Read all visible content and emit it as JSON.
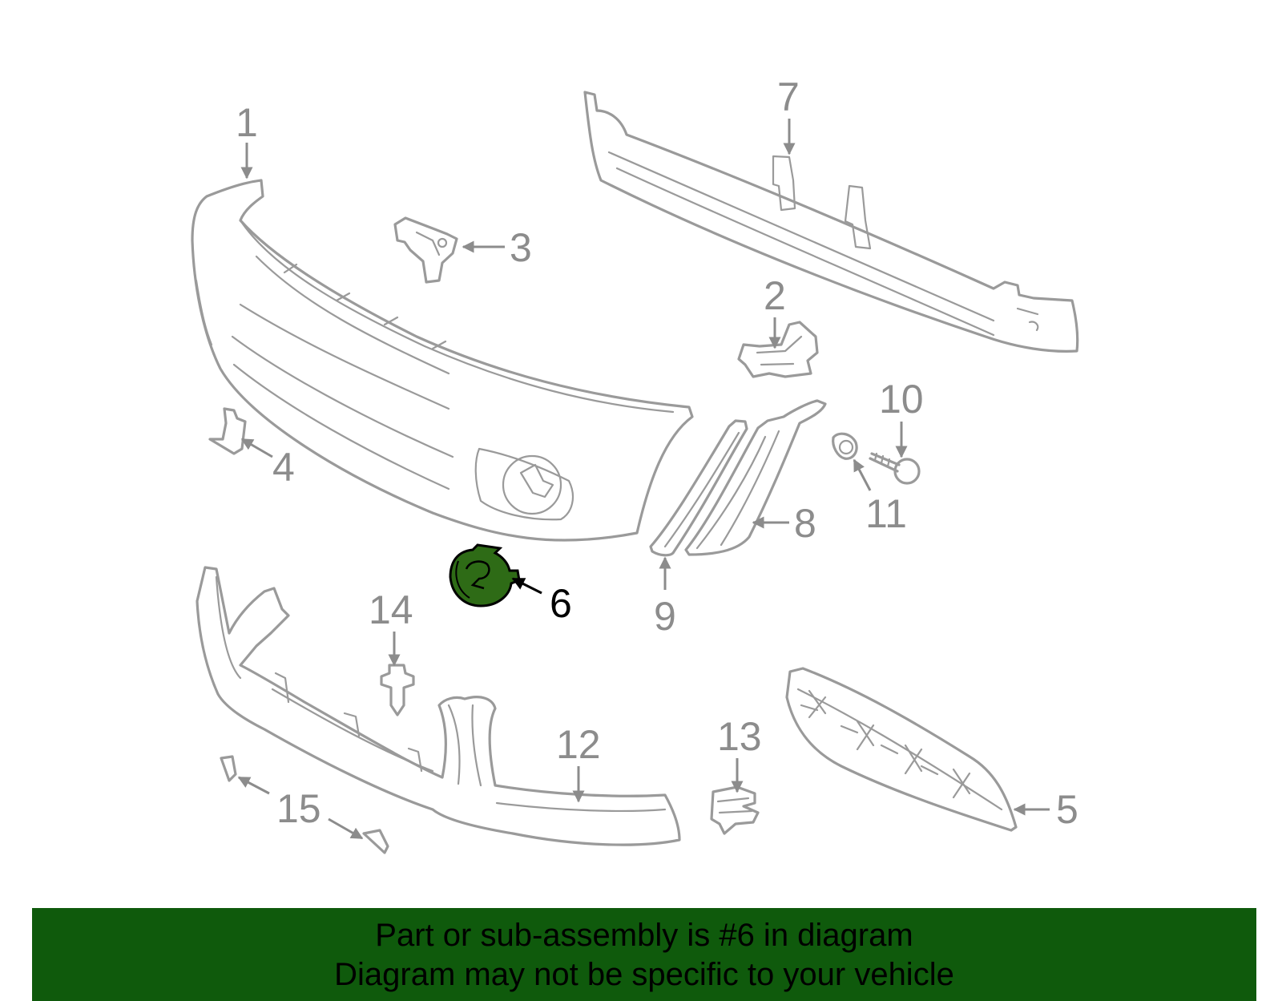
{
  "callouts": {
    "c1": "1",
    "c2": "2",
    "c3": "3",
    "c4": "4",
    "c5": "5",
    "c6": "6",
    "c7": "7",
    "c8": "8",
    "c9": "9",
    "c10": "10",
    "c11": "11",
    "c12": "12",
    "c13": "13",
    "c14": "14",
    "c15": "15"
  },
  "highlighted_part": "6",
  "colors": {
    "highlight_fill": "#2e6b16",
    "banner_background": "#0f5a0c",
    "line_art": "#9a9a9a"
  },
  "banner": {
    "line1": "Part or sub-assembly is #6 in diagram",
    "line2": "Diagram may not be specific to your vehicle"
  }
}
